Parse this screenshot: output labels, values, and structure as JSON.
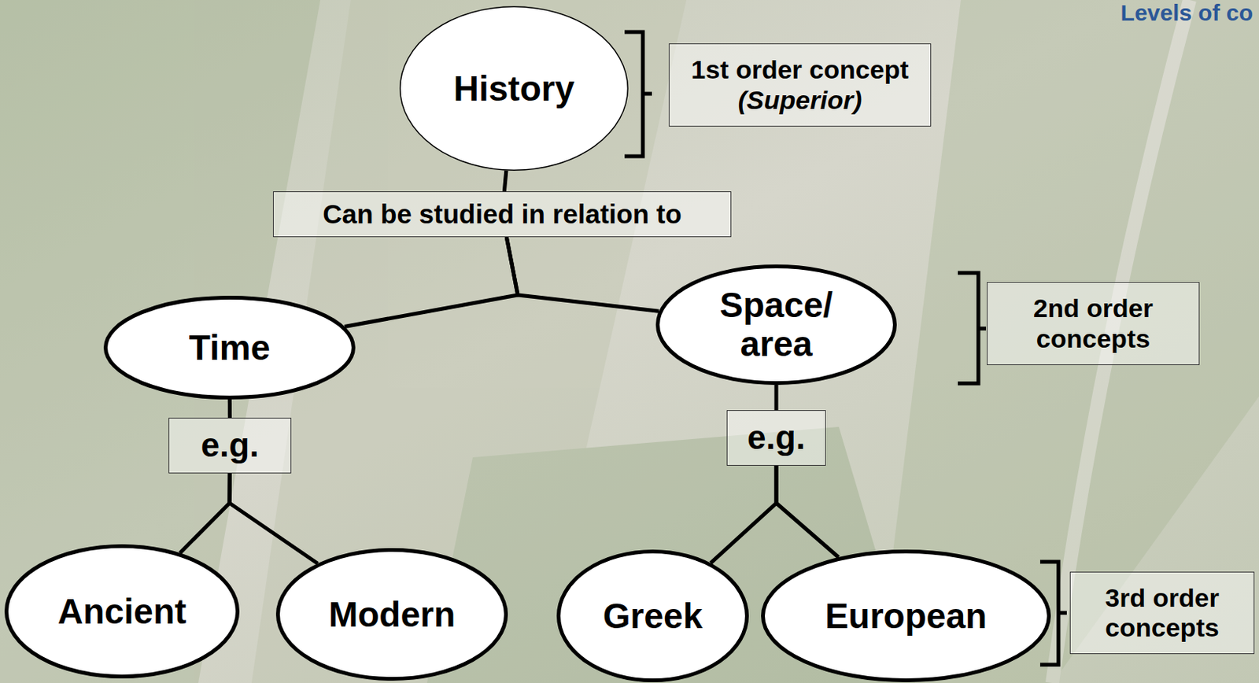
{
  "diagram": {
    "nodes": [
      {
        "text": [
          "History"
        ]
      },
      {
        "text": [
          "1st order concept",
          "(Superior)"
        ]
      },
      {
        "text": [
          "Can be studied in relation to"
        ]
      },
      {
        "text": [
          "Time"
        ]
      },
      {
        "text": [
          "Space/ area"
        ]
      },
      {
        "text": [
          "2nd order concepts"
        ]
      },
      {
        "text": [
          "e.g."
        ]
      },
      {
        "text": [
          "e.g."
        ]
      },
      {
        "text": [
          "Ancient"
        ]
      },
      {
        "text": [
          "Modern"
        ]
      },
      {
        "text": [
          "Greek"
        ]
      },
      {
        "text": [
          "European"
        ]
      },
      {
        "text": [
          "3rd order concepts"
        ]
      }
    ],
    "edges": [
      {
        "from": 0,
        "to": 2,
        "arrow": "none"
      },
      {
        "from": 2,
        "to": 3,
        "arrow": "none"
      },
      {
        "from": 2,
        "to": 4,
        "arrow": "none"
      },
      {
        "from": 3,
        "to": 6,
        "arrow": "none"
      },
      {
        "from": 6,
        "to": 8,
        "arrow": "none"
      },
      {
        "from": 6,
        "to": 9,
        "arrow": "none"
      },
      {
        "from": 4,
        "to": 7,
        "arrow": "none"
      },
      {
        "from": 7,
        "to": 10,
        "arrow": "none"
      },
      {
        "from": 7,
        "to": 11,
        "arrow": "none"
      }
    ],
    "labels": [
      "Levels of co"
    ]
  }
}
